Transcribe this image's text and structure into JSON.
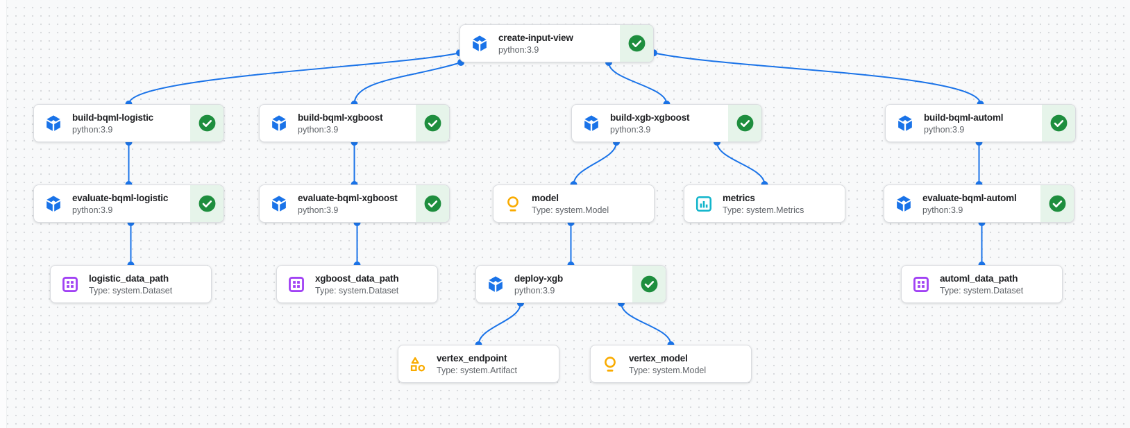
{
  "theme": {
    "canvas_bg": "#f8f9fa",
    "dot_color": "#d8dadd",
    "edge_color": "#1a73e8",
    "step_icon_color": "#1a73e8",
    "success_bg": "#e6f4ea",
    "success_green": "#1e8e3e",
    "model_icon_color": "#f9ab00",
    "metrics_icon_color": "#12b5cb",
    "dataset_icon_color": "#a142f4",
    "artifact_icon_color": "#f9ab00"
  },
  "nodes": {
    "create_input_view": {
      "title": "create-input-view",
      "subtitle": "python:3.9",
      "status": "succeeded",
      "icon": "component-cube"
    },
    "build_bqml_logistic": {
      "title": "build-bqml-logistic",
      "subtitle": "python:3.9",
      "status": "succeeded",
      "icon": "component-cube"
    },
    "build_bqml_xgboost": {
      "title": "build-bqml-xgboost",
      "subtitle": "python:3.9",
      "status": "succeeded",
      "icon": "component-cube"
    },
    "build_xgb_xgboost": {
      "title": "build-xgb-xgboost",
      "subtitle": "python:3.9",
      "status": "succeeded",
      "icon": "component-cube"
    },
    "build_bqml_automl": {
      "title": "build-bqml-automl",
      "subtitle": "python:3.9",
      "status": "succeeded",
      "icon": "component-cube"
    },
    "evaluate_bqml_logistic": {
      "title": "evaluate-bqml-logistic",
      "subtitle": "python:3.9",
      "status": "succeeded",
      "icon": "component-cube"
    },
    "evaluate_bqml_xgboost": {
      "title": "evaluate-bqml-xgboost",
      "subtitle": "python:3.9",
      "status": "succeeded",
      "icon": "component-cube"
    },
    "evaluate_bqml_automl": {
      "title": "evaluate-bqml-automl",
      "subtitle": "python:3.9",
      "status": "succeeded",
      "icon": "component-cube"
    },
    "model": {
      "title": "model",
      "subtitle": "Type: system.Model",
      "icon": "lightbulb"
    },
    "metrics": {
      "title": "metrics",
      "subtitle": "Type: system.Metrics",
      "icon": "bar-chart"
    },
    "deploy_xgb": {
      "title": "deploy-xgb",
      "subtitle": "python:3.9",
      "status": "succeeded",
      "icon": "component-cube"
    },
    "logistic_data_path": {
      "title": "logistic_data_path",
      "subtitle": "Type: system.Dataset",
      "icon": "dataset-grid"
    },
    "xgboost_data_path": {
      "title": "xgboost_data_path",
      "subtitle": "Type: system.Dataset",
      "icon": "dataset-grid"
    },
    "automl_data_path": {
      "title": "automl_data_path",
      "subtitle": "Type: system.Dataset",
      "icon": "dataset-grid"
    },
    "vertex_endpoint": {
      "title": "vertex_endpoint",
      "subtitle": "Type: system.Artifact",
      "icon": "artifact-shapes"
    },
    "vertex_model": {
      "title": "vertex_model",
      "subtitle": "Type: system.Model",
      "icon": "lightbulb"
    }
  },
  "edges": [
    {
      "from": "create_input_view",
      "to": "build_bqml_logistic",
      "from_anchor": "left"
    },
    {
      "from": "create_input_view",
      "to": "build_bqml_xgboost",
      "from_anchor": "corner-left"
    },
    {
      "from": "create_input_view",
      "to": "build_xgb_xgboost",
      "from_anchor": "bottom"
    },
    {
      "from": "create_input_view",
      "to": "build_bqml_automl",
      "from_anchor": "right"
    },
    {
      "from": "build_bqml_logistic",
      "to": "evaluate_bqml_logistic"
    },
    {
      "from": "evaluate_bqml_logistic",
      "to": "logistic_data_path"
    },
    {
      "from": "build_bqml_xgboost",
      "to": "evaluate_bqml_xgboost"
    },
    {
      "from": "evaluate_bqml_xgboost",
      "to": "xgboost_data_path"
    },
    {
      "from": "build_xgb_xgboost",
      "to": "model"
    },
    {
      "from": "build_xgb_xgboost",
      "to": "metrics"
    },
    {
      "from": "model",
      "to": "deploy_xgb"
    },
    {
      "from": "deploy_xgb",
      "to": "vertex_endpoint"
    },
    {
      "from": "deploy_xgb",
      "to": "vertex_model"
    },
    {
      "from": "build_bqml_automl",
      "to": "evaluate_bqml_automl"
    },
    {
      "from": "evaluate_bqml_automl",
      "to": "automl_data_path"
    }
  ]
}
